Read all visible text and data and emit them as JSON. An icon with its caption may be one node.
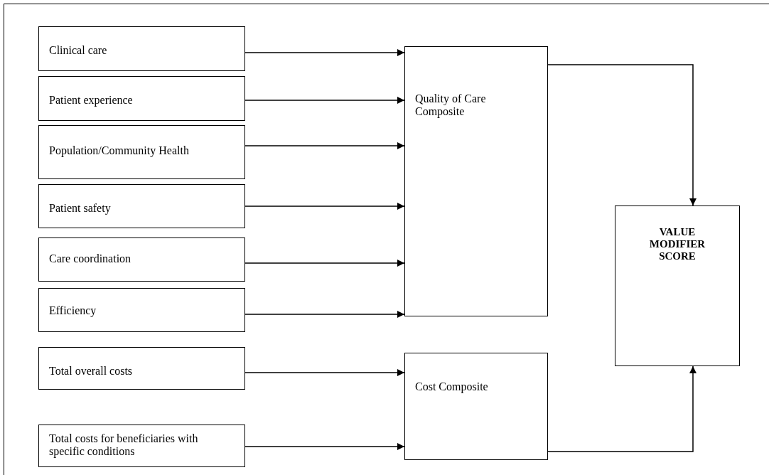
{
  "diagram": {
    "nodes": [
      {
        "text": [
          "Clinical care"
        ]
      },
      {
        "text": [
          "Patient experience"
        ]
      },
      {
        "text": [
          "Population/Community Health"
        ]
      },
      {
        "text": [
          "Patient safety"
        ]
      },
      {
        "text": [
          "Care coordination"
        ]
      },
      {
        "text": [
          "Efficiency"
        ]
      },
      {
        "text": [
          "Total overall costs"
        ]
      },
      {
        "text": [
          "Total costs for beneficiaries with specific conditions"
        ]
      },
      {
        "text": [
          "Quality of Care Composite"
        ]
      },
      {
        "text": [
          "Cost Composite"
        ]
      },
      {
        "text": [
          "VALUE MODIFIER SCORE"
        ]
      }
    ],
    "edges": [
      {
        "from": 0,
        "to": 8,
        "arrow": "to"
      },
      {
        "from": 1,
        "to": 8,
        "arrow": "to"
      },
      {
        "from": 2,
        "to": 8,
        "arrow": "to"
      },
      {
        "from": 3,
        "to": 8,
        "arrow": "to"
      },
      {
        "from": 4,
        "to": 8,
        "arrow": "to"
      },
      {
        "from": 5,
        "to": 8,
        "arrow": "to"
      },
      {
        "from": 6,
        "to": 9,
        "arrow": "to"
      },
      {
        "from": 7,
        "to": 9,
        "arrow": "to"
      },
      {
        "from": 8,
        "to": 10,
        "arrow": "to"
      },
      {
        "from": 9,
        "to": 10,
        "arrow": "to"
      }
    ]
  }
}
